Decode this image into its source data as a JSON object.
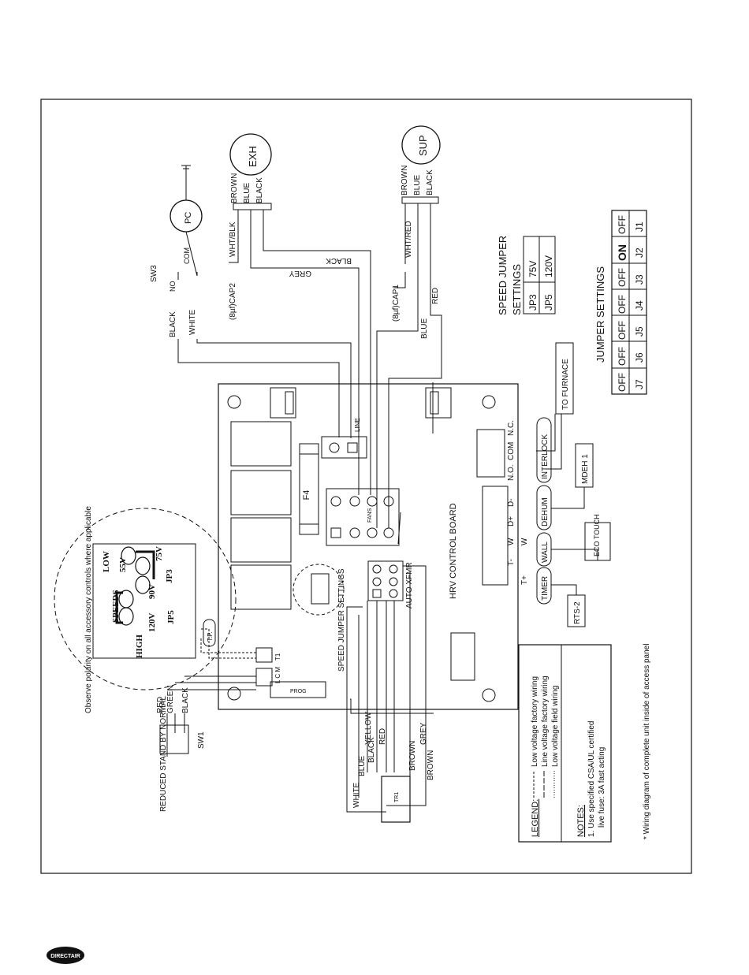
{
  "labels": {
    "exh": "EXH",
    "sup": "SUP",
    "pc": "PC",
    "brown": "BROWN",
    "blue": "BLUE",
    "black": "BLACK",
    "white": "WHITE",
    "grey": "GREY",
    "red": "RED",
    "green": "GREEN",
    "yellow": "YELLOW",
    "wht_blk": "WHT/BLK",
    "wht_red": "WHT/RED",
    "cap2": "(8µf)CAP2",
    "cap1": "(8µf)CAP1",
    "sw3": "SW3",
    "no": "NO",
    "com": "COM",
    "line": "LINE",
    "fans": "FANS",
    "f4": "F4",
    "board": "HRV CONTROL BOARD",
    "auto_xfmr": "AUTO XFMR",
    "speed_jumper_settings": "SPEED JUMPER SETTINGS",
    "tp": "T.P.",
    "lcm": "L C M",
    "t1": "T1",
    "prog": "PROG",
    "sw1": "SW1",
    "sw1_modes": "REDUCED STAND BY NORMAL",
    "tr1": "TR1",
    "nc": "N.C.",
    "com2": "COM",
    "noo": "N.O.",
    "interlock": "INTERLOCK",
    "to_furnace": "TO FURNACE",
    "d_minus": "D-",
    "d_plus": "D+",
    "dehum": "DEHUM",
    "mdeh": "MDEH 1",
    "w1": "W",
    "w2": "W",
    "wall": "WALL",
    "eco_touch": "ECO TOUCH",
    "t_minus": "T-",
    "t_plus": "T+",
    "timer": "TIMER",
    "rts": "RTS-2",
    "observe_note": "Observe polarity on all accessory controls where applicable",
    "speeds": "SPEEDS",
    "low": "LOW",
    "high": "HIGH",
    "v55": "55V",
    "v75": "75V",
    "v90": "90V",
    "v120": "120V",
    "jp3": "JP3",
    "jp5": "JP5",
    "brown2": "BROWN",
    "brown3": "BROWN",
    "grey2": "GREY",
    "legend_title": "LEGEND:",
    "legend_1": "Low voltage factory wiring",
    "legend_2": "Line voltage factory wiring",
    "legend_3": "Low voltage field wiring",
    "notes_title": "NOTES:",
    "note_1": "1. Use specified CSA/UL certified",
    "note_1b": "live fuse: 3A fast acting",
    "footnote": "* Wiring diagram of complete unit inside of access panel",
    "logo": "DIRECTAIR"
  },
  "speed_table": {
    "title_1": "SPEED JUMPER",
    "title_2": "SETTINGS",
    "rows": [
      [
        "JP3",
        "75V"
      ],
      [
        "JP5",
        "120V"
      ]
    ]
  },
  "jumper_table": {
    "title": "JUMPER SETTINGS",
    "headers": [
      "J7",
      "J6",
      "J5",
      "J4",
      "J3",
      "J2",
      "J1"
    ],
    "values": [
      "OFF",
      "OFF",
      "OFF",
      "OFF",
      "OFF",
      "ON",
      "OFF"
    ]
  }
}
